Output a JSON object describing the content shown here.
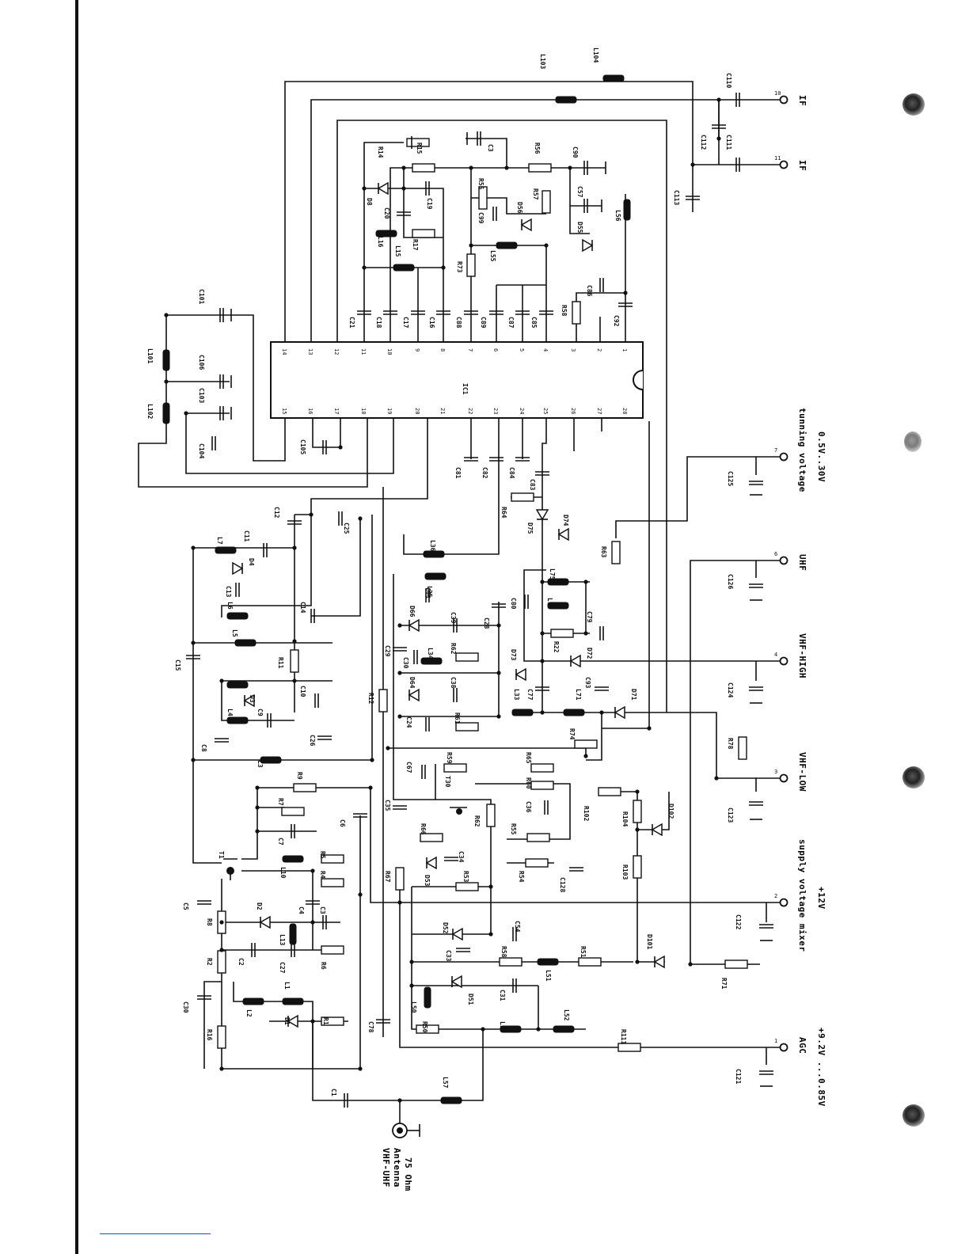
{
  "diagram": {
    "ic": {
      "name": "IC1",
      "pins_top": [
        "14",
        "13",
        "12",
        "11",
        "10",
        "9",
        "8",
        "7",
        "6",
        "5",
        "4",
        "3",
        "2",
        "1"
      ],
      "pins_bottom": [
        "15",
        "16",
        "17",
        "18",
        "19",
        "20",
        "21",
        "22",
        "23",
        "24",
        "25",
        "26",
        "27",
        "28"
      ]
    },
    "terminals": [
      {
        "pin": "10",
        "label": "IF"
      },
      {
        "pin": "11",
        "label": "IF"
      },
      {
        "pin": "7",
        "label": "tunning voltage",
        "sub": "0.5V..30V"
      },
      {
        "pin": "6",
        "label": "UHF"
      },
      {
        "pin": "4",
        "label": "VHF-HIGH"
      },
      {
        "pin": "3",
        "label": "VHF-LOW"
      },
      {
        "pin": "2",
        "label": "supply voltage mixer",
        "sub": "+12V"
      },
      {
        "pin": "1",
        "label": "AGC",
        "sub": "+9.2V ...0.85V"
      }
    ],
    "antenna": {
      "lines": [
        "VHF-UHF",
        "Antenna",
        "75 Ohm"
      ]
    },
    "labels": {
      "C110": "C110",
      "C112": "C112",
      "C111": "C111",
      "C113": "C113",
      "L103": "L103",
      "L104": "L104",
      "C101": "C101",
      "L101": "L101",
      "C106": "C106",
      "L102": "L102",
      "C103": "C103",
      "C104": "C104",
      "C105": "C105",
      "R14": "R14",
      "R15": "R15",
      "C3": "C3",
      "R56": "R56",
      "C90": "C90",
      "D8": "D8",
      "C20": "C20",
      "C19": "C19",
      "R55": "R55",
      "C99": "C99",
      "D56": "D56",
      "R57": "R57",
      "C57": "C57",
      "D55": "D55",
      "L56": "L56",
      "L16": "L16",
      "L15": "L15",
      "R17": "R17",
      "R73": "R73",
      "L55": "L55",
      "C86": "C86",
      "C21": "C21",
      "C18": "C18",
      "C17": "C17",
      "C16": "C16",
      "C88": "C88",
      "C89": "C89",
      "C87": "C87",
      "C85": "C85",
      "R58": "R58",
      "C92": "C92",
      "C81": "C81",
      "C82": "C82",
      "C84": "C84",
      "C83": "C83",
      "R64": "R64",
      "D75": "D75",
      "D74": "D74",
      "L36": "L36",
      "R63": "R63",
      "C125": "C125",
      "C126": "C126",
      "C124": "C124",
      "C123": "C123",
      "C122": "C122",
      "C121": "C121",
      "L7": "L7",
      "C11": "C11",
      "C12": "C12",
      "C25": "C25",
      "D4": "D4",
      "C13": "C13",
      "L6": "L6",
      "C14": "C14",
      "L5": "L5",
      "C15": "C15",
      "R11": "R11",
      "L3": "L3",
      "D3": "D3",
      "C10": "C10",
      "L4": "L4",
      "C9": "C9",
      "C8": "C8",
      "C26": "C26",
      "L8": "L8",
      "R12": "R12",
      "L35": "L35",
      "C71": "C71",
      "C28": "C28",
      "D66": "D66",
      "C39": "C39",
      "C29": "C29",
      "R62": "R62",
      "C30": "C30",
      "L34": "L34",
      "L75": "L75",
      "L74": "L74",
      "C79": "C79",
      "C80": "C80",
      "R22": "R22",
      "D72": "D72",
      "D73": "D73",
      "D64": "D64",
      "C38": "C38",
      "C24": "C24",
      "R61": "R61",
      "L33": "L33",
      "C77": "C77",
      "L71": "L71",
      "C93": "C93",
      "D71": "D71",
      "R74": "R74",
      "R78": "R78",
      "R9": "R9",
      "R7": "R7",
      "C7": "C7",
      "C6": "C6",
      "C67": "C67",
      "R59": "R59",
      "T30": "T30",
      "R65": "R65",
      "R60": "R60",
      "C36": "C36",
      "R102": "R102",
      "R104": "R104",
      "D102": "D102",
      "C35": "C35",
      "R66": "R66",
      "R62b": "R62",
      "R55b": "R55",
      "T1": "T1",
      "L10": "L10",
      "R5": "R5",
      "R4": "R4",
      "D2": "D2",
      "C4": "C4",
      "C3b": "C3",
      "R67": "R67",
      "D53": "D53",
      "C34": "C34",
      "R53": "R53",
      "R54": "R54",
      "C128": "C128",
      "R103": "R103",
      "C5": "C5",
      "R8": "R8",
      "C2": "C2",
      "C27": "C27",
      "L13": "L13",
      "R6": "R6",
      "D52": "D52",
      "C54": "C54",
      "C33": "C33",
      "R58b": "R58",
      "L51": "L51",
      "R51": "R51",
      "D101": "D101",
      "R71": "R71",
      "R2": "R2",
      "C30b": "C30",
      "R16": "R16",
      "L2": "L2",
      "L1": "L1",
      "D1": "D1",
      "R1": "R1",
      "C78": "C78",
      "D51": "D51",
      "C31": "C31",
      "L50": "L50",
      "L18": "L18",
      "L52": "L52",
      "R50": "R50",
      "R111": "R111",
      "C1": "C1",
      "L57": "L57"
    }
  }
}
